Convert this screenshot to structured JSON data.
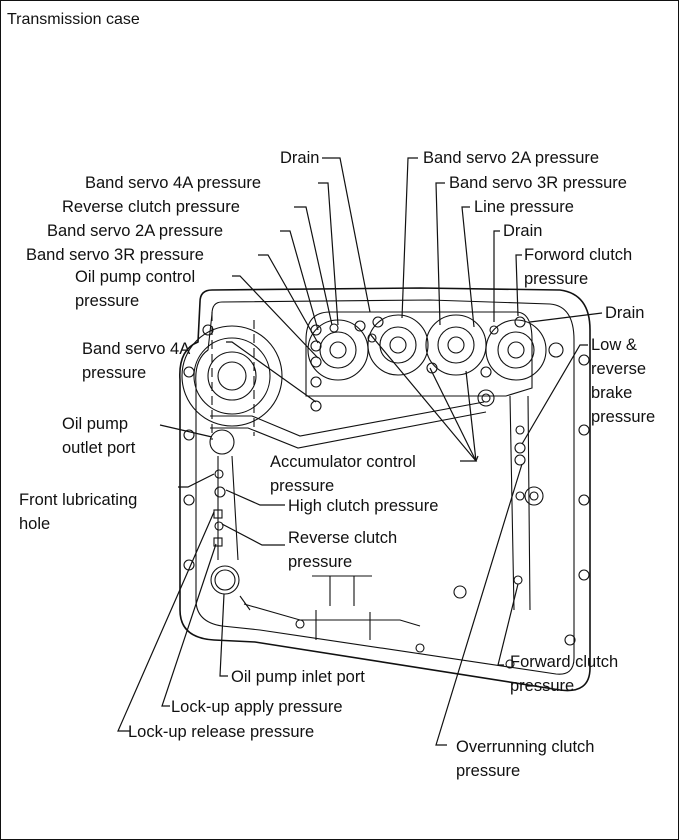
{
  "title": "Transmission case",
  "labels": {
    "drain_top": "Drain",
    "band_servo_4a_pressure": "Band servo 4A pressure",
    "reverse_clutch_pressure_top": "Reverse clutch pressure",
    "band_servo_2a_pressure_left": "Band servo 2A pressure",
    "band_servo_3r_pressure_left": "Band servo 3R pressure",
    "oil_pump_control_1": "Oil pump control",
    "oil_pump_control_2": "pressure",
    "band_servo_2a_pressure_right": "Band servo 2A pressure",
    "band_servo_3r_pressure_right": "Band servo 3R pressure",
    "line_pressure": "Line pressure",
    "drain_mid": "Drain",
    "forword_clutch_1": "Forword clutch",
    "forword_clutch_2": "pressure",
    "drain_right": "Drain",
    "band_servo_4a_1": "Band servo 4A",
    "band_servo_4a_2": "pressure",
    "low_reverse_1": "Low &",
    "low_reverse_2": "reverse",
    "low_reverse_3": "brake",
    "low_reverse_4": "pressure",
    "oil_pump_outlet_1": "Oil pump",
    "oil_pump_outlet_2": "outlet port",
    "accumulator_1": "Accumulator control",
    "accumulator_2": "pressure",
    "front_lubricating_1": "Front lubricating",
    "front_lubricating_2": "hole",
    "high_clutch_pressure": "High clutch pressure",
    "reverse_clutch_1": "Reverse clutch",
    "reverse_clutch_2": "pressure",
    "oil_pump_inlet_port": "Oil pump inlet port",
    "lock_up_apply_pressure": "Lock-up apply pressure",
    "lock_up_release_pressure": "Lock-up release pressure",
    "forward_clutch_1": "Forward clutch",
    "forward_clutch_2": "pressure",
    "overrunning_1": "Overrunning clutch",
    "overrunning_2": "pressure"
  }
}
